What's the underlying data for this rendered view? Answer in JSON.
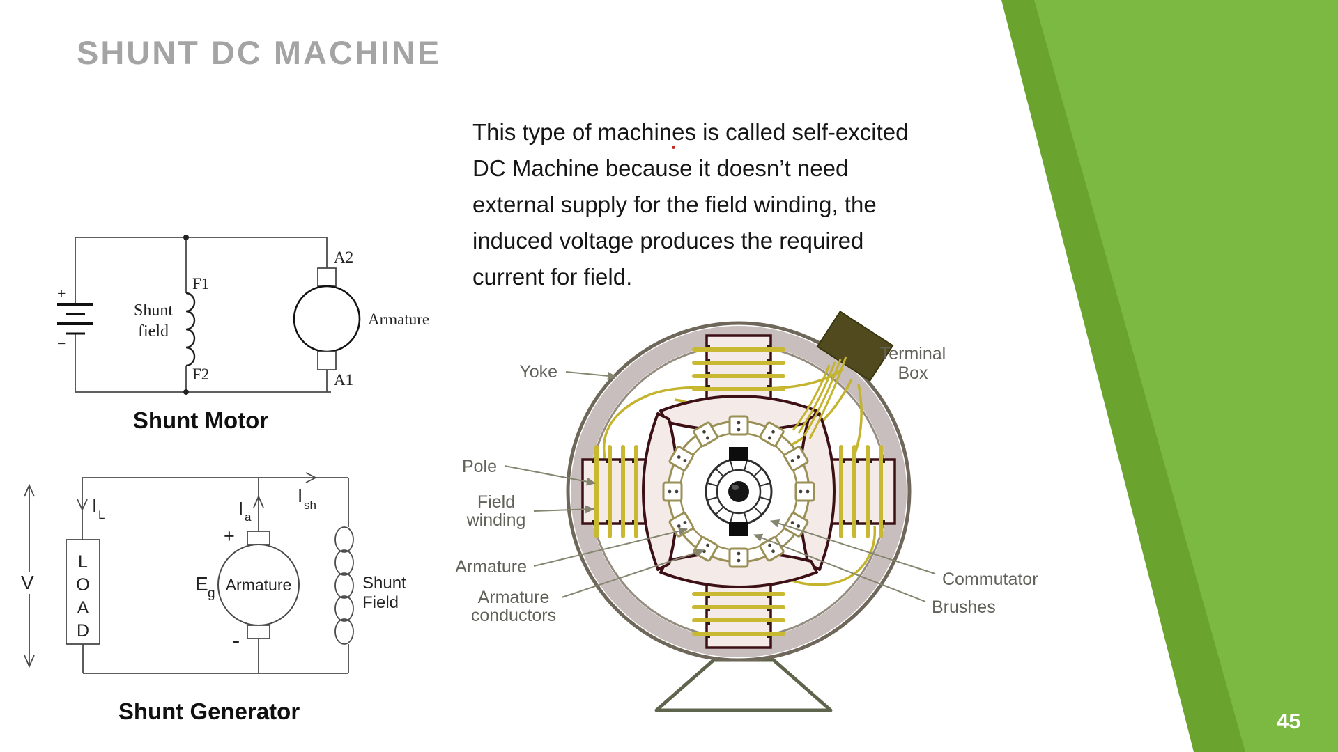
{
  "slide": {
    "title": "SHUNT DC MACHINE",
    "page_number": "45"
  },
  "colors": {
    "accent_green": "#7cb943",
    "accent_green_dark": "#6ba32f"
  },
  "paragraph": {
    "line1": "This type of machines is called self-excited",
    "line2": "DC Machine because it doesn’t need",
    "line3": "external supply for the field winding, the",
    "line4": "induced voltage produces the required",
    "line5": "current for field."
  },
  "motor": {
    "caption": "Shunt Motor",
    "plus": "+",
    "minus": "−",
    "f1": "F1",
    "f2": "F2",
    "a2": "A2",
    "a1": "A1",
    "shunt": "Shunt",
    "field": "field",
    "armature": "Armature"
  },
  "generator": {
    "caption": "Shunt Generator",
    "v": "V",
    "i_l_base": "I",
    "i_l_sub": "L",
    "i_a_base": "I",
    "i_a_sub": "a",
    "i_sh_base": "I",
    "i_sh_sub": "sh",
    "e_base": "E",
    "e_sub": "g",
    "plus": "+",
    "minus": "-",
    "load_l": "L",
    "load_o": "O",
    "load_a": "A",
    "load_d": "D",
    "armature": "Armature",
    "shunt": "Shunt",
    "field": "Field"
  },
  "machine": {
    "yoke": "Yoke",
    "pole": "Pole",
    "field_line1": "Field",
    "field_line2": "winding",
    "armature": "Armature",
    "cond_line1": "Armature",
    "cond_line2": "conductors",
    "terminal_line1": "Terminal",
    "terminal_line2": "Box",
    "commutator": "Commutator",
    "brushes": "Brushes"
  }
}
